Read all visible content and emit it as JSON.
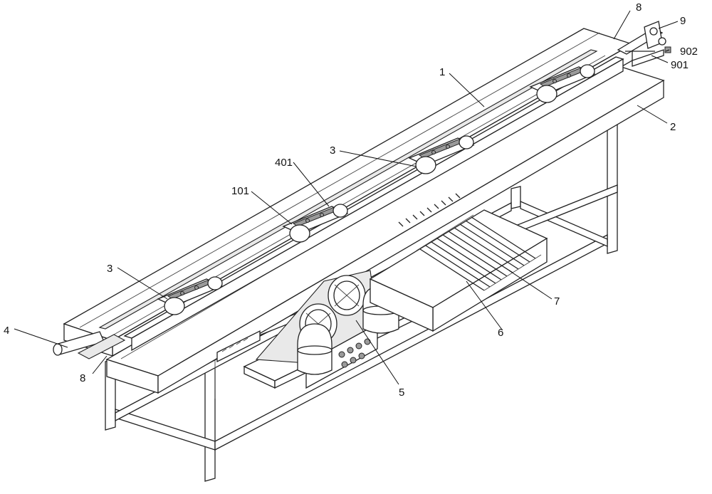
{
  "figure": {
    "labels": {
      "l1": "1",
      "l2": "2",
      "l3a": "3",
      "l3b": "3",
      "l4": "4",
      "l5": "5",
      "l6": "6",
      "l7": "7",
      "l8a": "8",
      "l8b": "8",
      "l9": "9",
      "l101": "101",
      "l401": "401",
      "l901": "901",
      "l902": "902"
    }
  }
}
